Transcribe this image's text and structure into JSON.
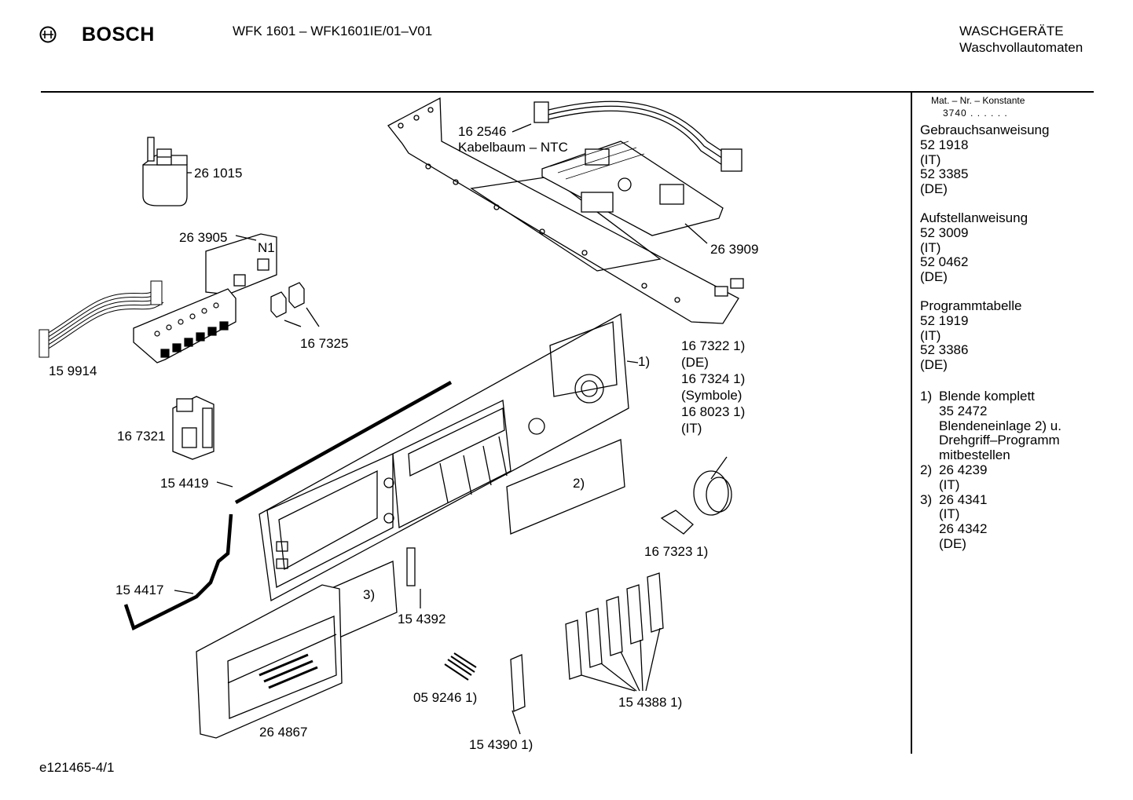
{
  "header": {
    "brand": "BOSCH",
    "model": "WFK 1601 – WFK1601IE/01–V01",
    "category": "WASCHGERÄTE",
    "subcategory": "Waschvollautomaten"
  },
  "sidebar": {
    "mat_label": "Mat. – Nr. – Konstante",
    "mat_value": "3740  .  .  .  .  .  .",
    "sections": [
      {
        "title": "Gebrauchsanweisung",
        "lines": [
          "52 1918",
          "(IT)",
          "52 3385",
          "(DE)"
        ]
      },
      {
        "title": "Aufstellanweisung",
        "lines": [
          "52 3009",
          "(IT)",
          "52 0462",
          "(DE)"
        ]
      },
      {
        "title": "Programmtabelle",
        "lines": [
          "52 1919",
          "(IT)",
          "52 3386",
          "(DE)"
        ]
      }
    ],
    "footnotes": [
      {
        "mark": "1)",
        "lines": [
          "Blende komplett",
          "35 2472",
          "Blendeneinlage 2) u.",
          "Drehgriff–Programm",
          "mitbestellen"
        ]
      },
      {
        "mark": "2)",
        "lines": [
          "26 4239",
          "(IT)"
        ]
      },
      {
        "mark": "3)",
        "lines": [
          "26 4341",
          "(IT)",
          "26 4342",
          "(DE)"
        ]
      }
    ]
  },
  "parts": {
    "p261015": "26 1015",
    "p263905": "26 3905",
    "n1": "N1",
    "p159914": "15 9914",
    "p167325": "16 7325",
    "p162546": "16 2546",
    "kabelbaum": "Kabelbaum – NTC",
    "p263909": "26 3909",
    "p167321": "16 7321",
    "p154419": "15 4419",
    "p154417": "15 4417",
    "p154392": "15 4392",
    "p059246": "05 9246 1)",
    "p264867": "26 4867",
    "p154390": "15 4390 1)",
    "p154388": "15 4388 1)",
    "p167323": "16 7323 1)",
    "m1": "1)",
    "m2": "2)",
    "m3": "3)",
    "blende_lines": [
      "16 7322 1)",
      "(DE)",
      "16 7324 1)",
      "(Symbole)",
      "16 8023 1)",
      "(IT)"
    ]
  },
  "footer": {
    "code": "e121465-4/1"
  }
}
